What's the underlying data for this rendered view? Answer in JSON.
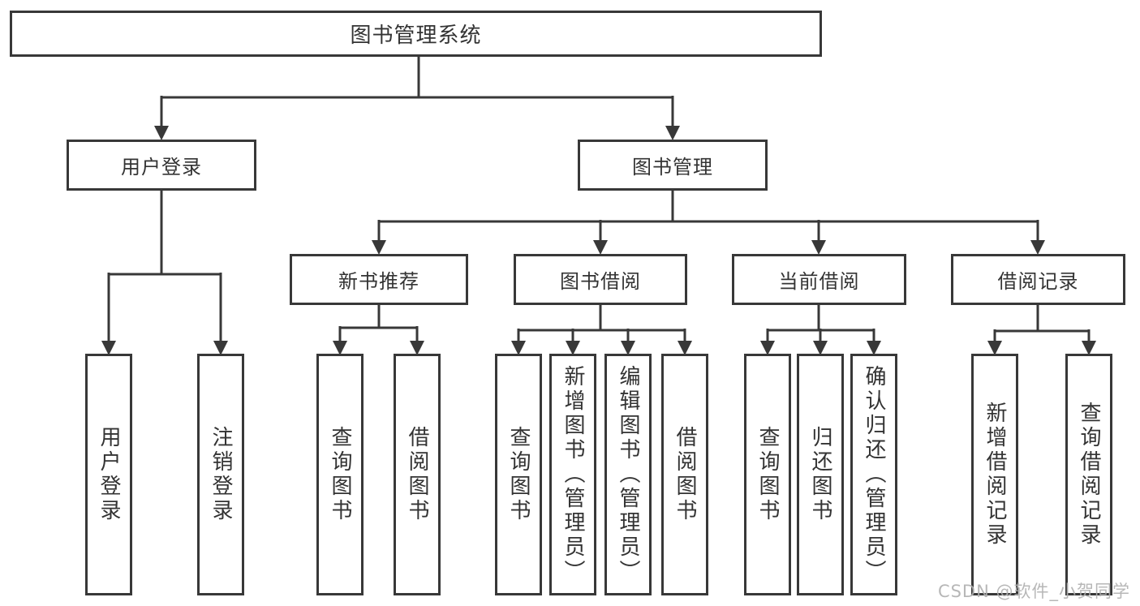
{
  "diagram": {
    "title": "图书管理系统",
    "tree": {
      "root": {
        "label": "图书管理系统",
        "children": [
          {
            "label": "用户登录",
            "children": [
              {
                "label": "用户登录"
              },
              {
                "label": "注销登录"
              }
            ]
          },
          {
            "label": "图书管理",
            "children": [
              {
                "label": "新书推荐",
                "children": [
                  {
                    "label": "查询图书"
                  },
                  {
                    "label": "借阅图书"
                  }
                ]
              },
              {
                "label": "图书借阅",
                "children": [
                  {
                    "label": "查询图书"
                  },
                  {
                    "label": "新增图书（管理员）"
                  },
                  {
                    "label": "编辑图书（管理员）"
                  },
                  {
                    "label": "借阅图书"
                  }
                ]
              },
              {
                "label": "当前借阅",
                "children": [
                  {
                    "label": "查询图书"
                  },
                  {
                    "label": "归还图书"
                  },
                  {
                    "label": "确认归还（管理员）"
                  }
                ]
              },
              {
                "label": "借阅记录",
                "children": [
                  {
                    "label": "新增借阅记录"
                  },
                  {
                    "label": "查询借阅记录"
                  }
                ]
              }
            ]
          }
        ]
      }
    }
  },
  "watermark": {
    "text": "CSDN @软件_小贺同学"
  },
  "colors": {
    "line": "#383838",
    "text": "#333333",
    "watermark": "#b0b0b0",
    "background": "#ffffff"
  }
}
